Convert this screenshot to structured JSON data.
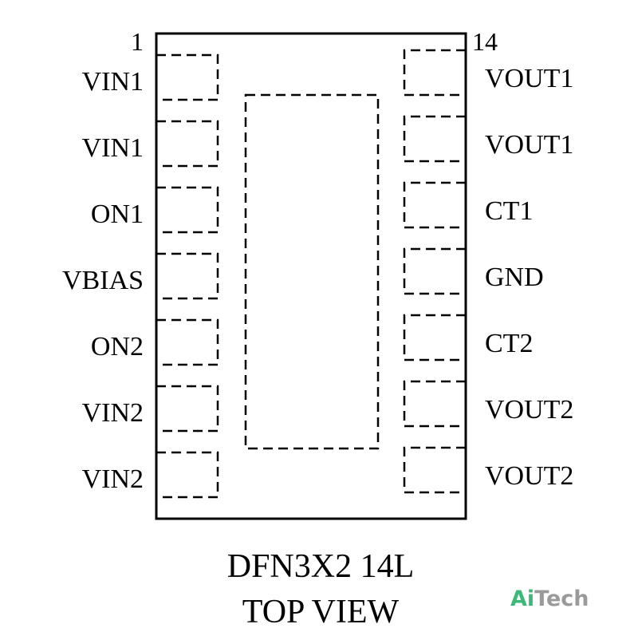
{
  "package": {
    "pin1_marker": "1",
    "pin14_marker": "14",
    "left_pins": [
      "VIN1",
      "VIN1",
      "ON1",
      "VBIAS",
      "ON2",
      "VIN2",
      "VIN2"
    ],
    "right_pins": [
      "VOUT1",
      "VOUT1",
      "CT1",
      "GND",
      "CT2",
      "VOUT2",
      "VOUT2"
    ]
  },
  "caption": {
    "line1": "DFN3X2 14L",
    "line2": "TOP VIEW"
  },
  "logo": {
    "part1": "Ai",
    "part2": "Tech",
    "colors": {
      "ai": "#3cb878",
      "tech": "#9a9a9a"
    }
  }
}
